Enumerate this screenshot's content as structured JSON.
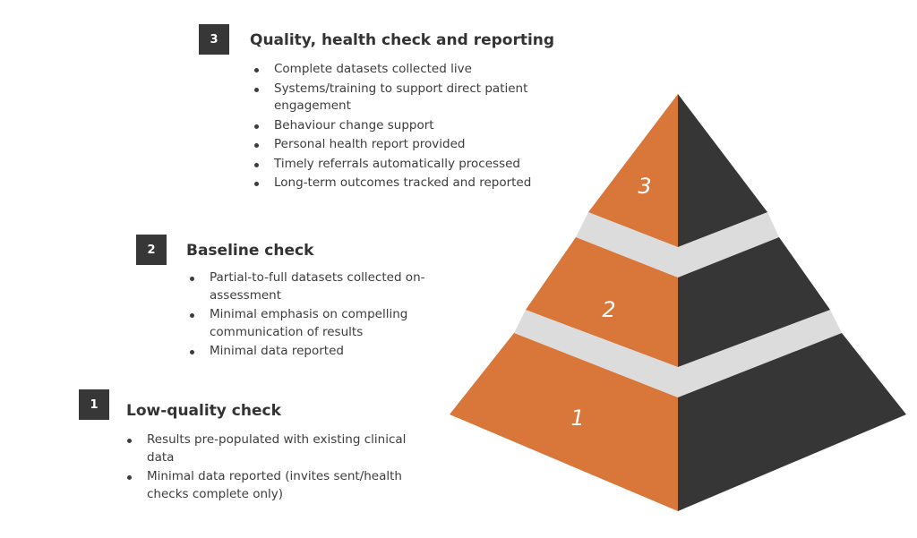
{
  "tiers": [
    {
      "number": "3",
      "title": "Quality, health check and reporting",
      "bullets": [
        "Complete datasets collected live",
        "Systems/training to support direct patient engagement",
        "Behaviour change support",
        "Personal health report provided",
        "Timely referrals automatically processed",
        "Long-term outcomes tracked and reported"
      ]
    },
    {
      "number": "2",
      "title": "Baseline check",
      "bullets": [
        "Partial-to-full datasets collected on-assessment",
        "Minimal emphasis on compelling communication of results",
        "Minimal data reported"
      ]
    },
    {
      "number": "1",
      "title": "Low-quality check",
      "bullets": [
        "Results pre-populated with existing clinical data",
        "Minimal data reported (invites sent/health checks complete only)"
      ]
    }
  ],
  "pyramid": {
    "labels": [
      "3",
      "2",
      "1"
    ],
    "colors": {
      "orange": "#D9773A",
      "dark": "#363636",
      "gap": "#DCDCDC"
    }
  }
}
